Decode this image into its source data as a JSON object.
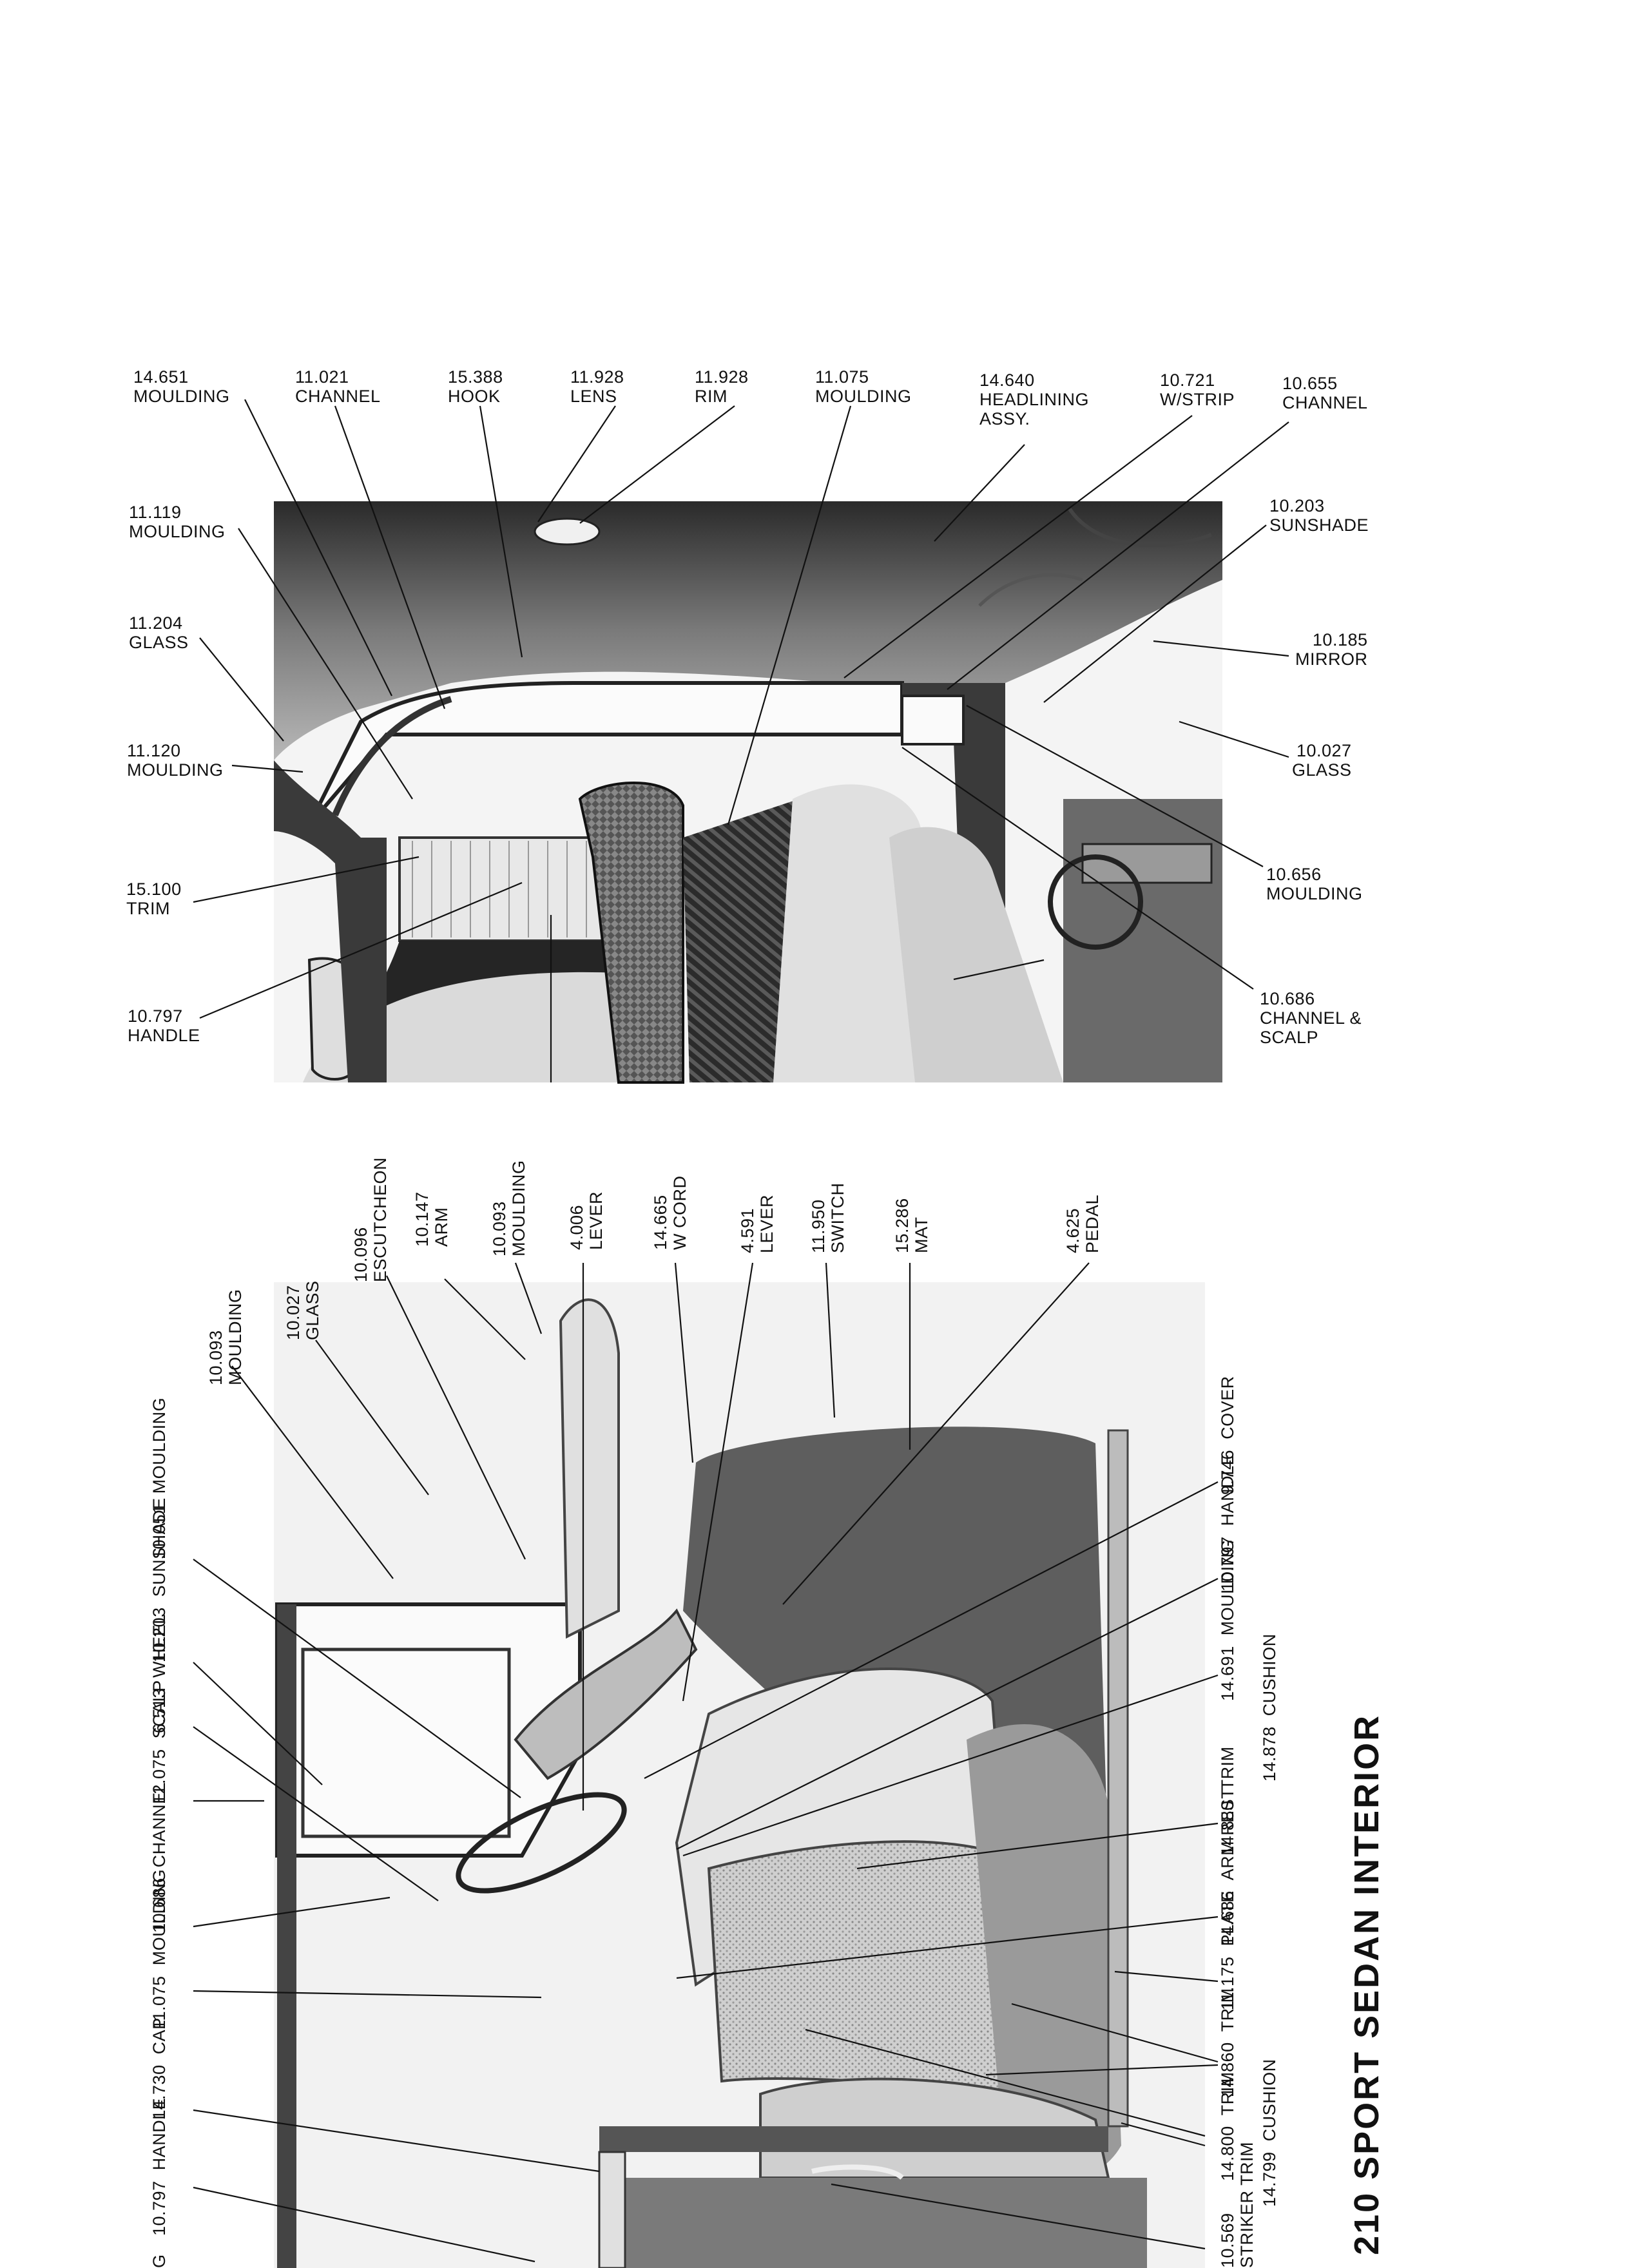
{
  "title": "210 SPORT SEDAN INTERIOR",
  "top_labels": [
    {
      "id": "t1",
      "num": "14.651",
      "name": "MOULDING"
    },
    {
      "id": "t2",
      "num": "11.021",
      "name": "CHANNEL"
    },
    {
      "id": "t3",
      "num": "15.388",
      "name": "HOOK"
    },
    {
      "id": "t4",
      "num": "11.928",
      "name": "LENS"
    },
    {
      "id": "t5",
      "num": "11.928",
      "name": "RIM"
    },
    {
      "id": "t6",
      "num": "11.075",
      "name": "MOULDING"
    },
    {
      "id": "t7",
      "num": "14.640",
      "name": "HEADLINING",
      "name2": "ASSY."
    },
    {
      "id": "t8",
      "num": "10.721",
      "name": "W/STRIP"
    },
    {
      "id": "t9",
      "num": "10.655",
      "name": "CHANNEL"
    },
    {
      "id": "t10",
      "num": "11.119",
      "name": "MOULDING"
    },
    {
      "id": "t11",
      "num": "10.203",
      "name": "SUNSHADE"
    },
    {
      "id": "t12",
      "num": "11.204",
      "name": "GLASS"
    },
    {
      "id": "t13",
      "num": "10.185",
      "name": "MIRROR"
    },
    {
      "id": "t14",
      "num": "11.120",
      "name": "MOULDING"
    },
    {
      "id": "t15",
      "num": "10.027",
      "name": "GLASS"
    },
    {
      "id": "t16",
      "num": "10.656",
      "name": "MOULDING"
    },
    {
      "id": "t17",
      "num": "15.100",
      "name": "TRIM"
    },
    {
      "id": "t18",
      "num": "10.686",
      "name": "CHANNEL &",
      "name2": "SCALP"
    },
    {
      "id": "t19",
      "num": "10.797",
      "name": "HANDLE"
    }
  ],
  "rot_labels": [
    {
      "id": "r1",
      "num": "10.027",
      "name": "GLASS"
    },
    {
      "id": "r2",
      "num": "10.096",
      "name": "ESCUTCHEON"
    },
    {
      "id": "r3",
      "num": "10.147",
      "name": "ARM"
    },
    {
      "id": "r4",
      "num": "10.093",
      "name": "MOULDING"
    },
    {
      "id": "r5",
      "num": "4.006",
      "name": "LEVER"
    },
    {
      "id": "r6",
      "num": "14.665",
      "name": "W CORD"
    },
    {
      "id": "r7",
      "num": "4.591",
      "name": "LEVER"
    },
    {
      "id": "r8",
      "num": "11.950",
      "name": "SWITCH"
    },
    {
      "id": "r9",
      "num": "15.286",
      "name": "MAT"
    },
    {
      "id": "r10",
      "num": "4.625",
      "name": "PEDAL"
    },
    {
      "id": "r11",
      "num": "10.093",
      "name": "MOULDING"
    },
    {
      "id": "r12",
      "num": "10.051",
      "name": "MOULDING"
    },
    {
      "id": "r13",
      "num": "10.203",
      "name": "SUNSHADE"
    },
    {
      "id": "r14",
      "num": "6.513",
      "name": "WHEEL"
    },
    {
      "id": "r15",
      "num": "12.075",
      "name": "SCALP"
    },
    {
      "id": "r16",
      "num": "10.686",
      "name": "CHANNEL"
    },
    {
      "id": "r17",
      "num": "11.075",
      "name": "MOULDING"
    },
    {
      "id": "r18",
      "num": "14.730",
      "name": "CAP"
    },
    {
      "id": "r19",
      "num": "10.797",
      "name": "HANDLE"
    },
    {
      "id": "r20",
      "num": "9.746",
      "name": "COVER"
    },
    {
      "id": "r21",
      "num": "10.797",
      "name": "HANDLE"
    },
    {
      "id": "r22",
      "num": "14.691",
      "name": "MOULDING"
    },
    {
      "id": "r23",
      "num": "14.880",
      "name": "TRIM"
    },
    {
      "id": "r24",
      "num": "14.878",
      "name": "CUSHION"
    },
    {
      "id": "r25",
      "num": "14.686",
      "name": "ARM REST"
    },
    {
      "id": "r26",
      "num": "11.175",
      "name": "PLATE"
    },
    {
      "id": "r27",
      "num": "14.860",
      "name": "TRIM"
    },
    {
      "id": "r28",
      "num": "14.800",
      "name": "TRIM"
    },
    {
      "id": "r29",
      "num": "14.799",
      "name": "CUSHION"
    },
    {
      "id": "r30",
      "num": "10.569",
      "name": "STRIKER TRIM"
    },
    {
      "id": "r31",
      "num": "",
      "name": "G"
    }
  ]
}
